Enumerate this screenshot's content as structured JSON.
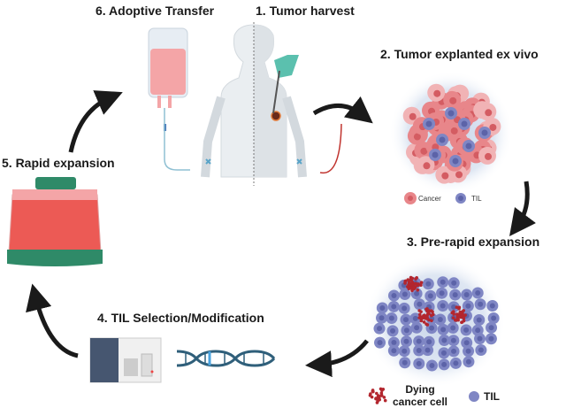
{
  "steps": {
    "step1": "1.  Tumor harvest",
    "step2": "2. Tumor explanted ex vivo",
    "step3": "3. Pre-rapid expansion",
    "step4": "4. TIL Selection/Modification",
    "step5": "5. Rapid expansion",
    "step6": "6. Adoptive Transfer"
  },
  "legend_explant": {
    "cancer": "Cancer",
    "til": "TIL"
  },
  "legend_prerapid": {
    "dying_line1": "Dying",
    "dying_line2": "cancer cell",
    "til": "TIL"
  },
  "colors": {
    "cancer": "#e8868a",
    "til": "#7f86c4",
    "dying": "#b3262e",
    "flask_lid": "#2f8a68",
    "flask_medium": "#ec5a55",
    "dna": "#2f5f7a",
    "arrow": "#1a1a1a"
  }
}
